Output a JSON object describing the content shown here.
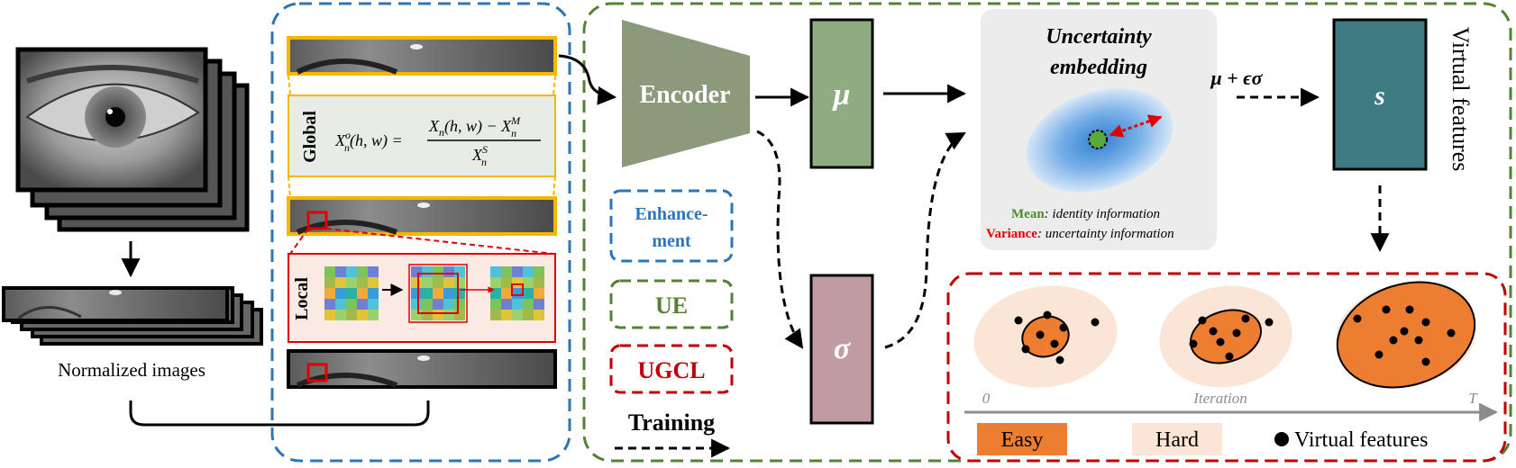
{
  "left": {
    "caption": "Normalized images"
  },
  "enhancement": {
    "global_label": "Global",
    "local_label": "Local",
    "equation": {
      "lhs": "X",
      "lhs_sup": "o",
      "lhs_sub": "n",
      "lhs_args": "(h, w) =",
      "num_main": "X",
      "num_sub": "n",
      "num_args": "(h, w) − X",
      "num_sup2": "M",
      "num_sub2": "n",
      "den_main": "X",
      "den_sup": "S",
      "den_sub": "n"
    }
  },
  "network": {
    "encoder_label": "Encoder",
    "mu_label": "μ",
    "sigma_label": "σ",
    "s_label": "s",
    "reparam_label": "μ + ϵσ",
    "virtual_features_label": "Virtual features"
  },
  "uncertainty": {
    "title_line1": "Uncertainty",
    "title_line2": "embedding",
    "mean_key": "Mean",
    "mean_text": ": identity information",
    "variance_key": "Variance",
    "variance_text": ": uncertainty information"
  },
  "legend": {
    "enhancement_line1": "Enhance-",
    "enhancement_line2": "ment",
    "ue": "UE",
    "ugcl": "UGCL",
    "training": "Training"
  },
  "ugcl_panel": {
    "axis_start": "0",
    "axis_mid": "Iteration",
    "axis_end": "T",
    "easy_label": "Easy",
    "hard_label": "Hard",
    "dot_legend": "Virtual features"
  },
  "colors": {
    "blue_dash": "#2e75b6",
    "green_dash": "#548235",
    "red_dash": "#c00000",
    "encoder_fill": "#8a9a7b",
    "mu_fill": "#8fab82",
    "sigma_fill": "#c09ca2",
    "s_fill": "#3e7a82",
    "easy_fill": "#ed7d31",
    "hard_fill": "#fbe5d6",
    "highlight_yellow": "#f5b800"
  }
}
